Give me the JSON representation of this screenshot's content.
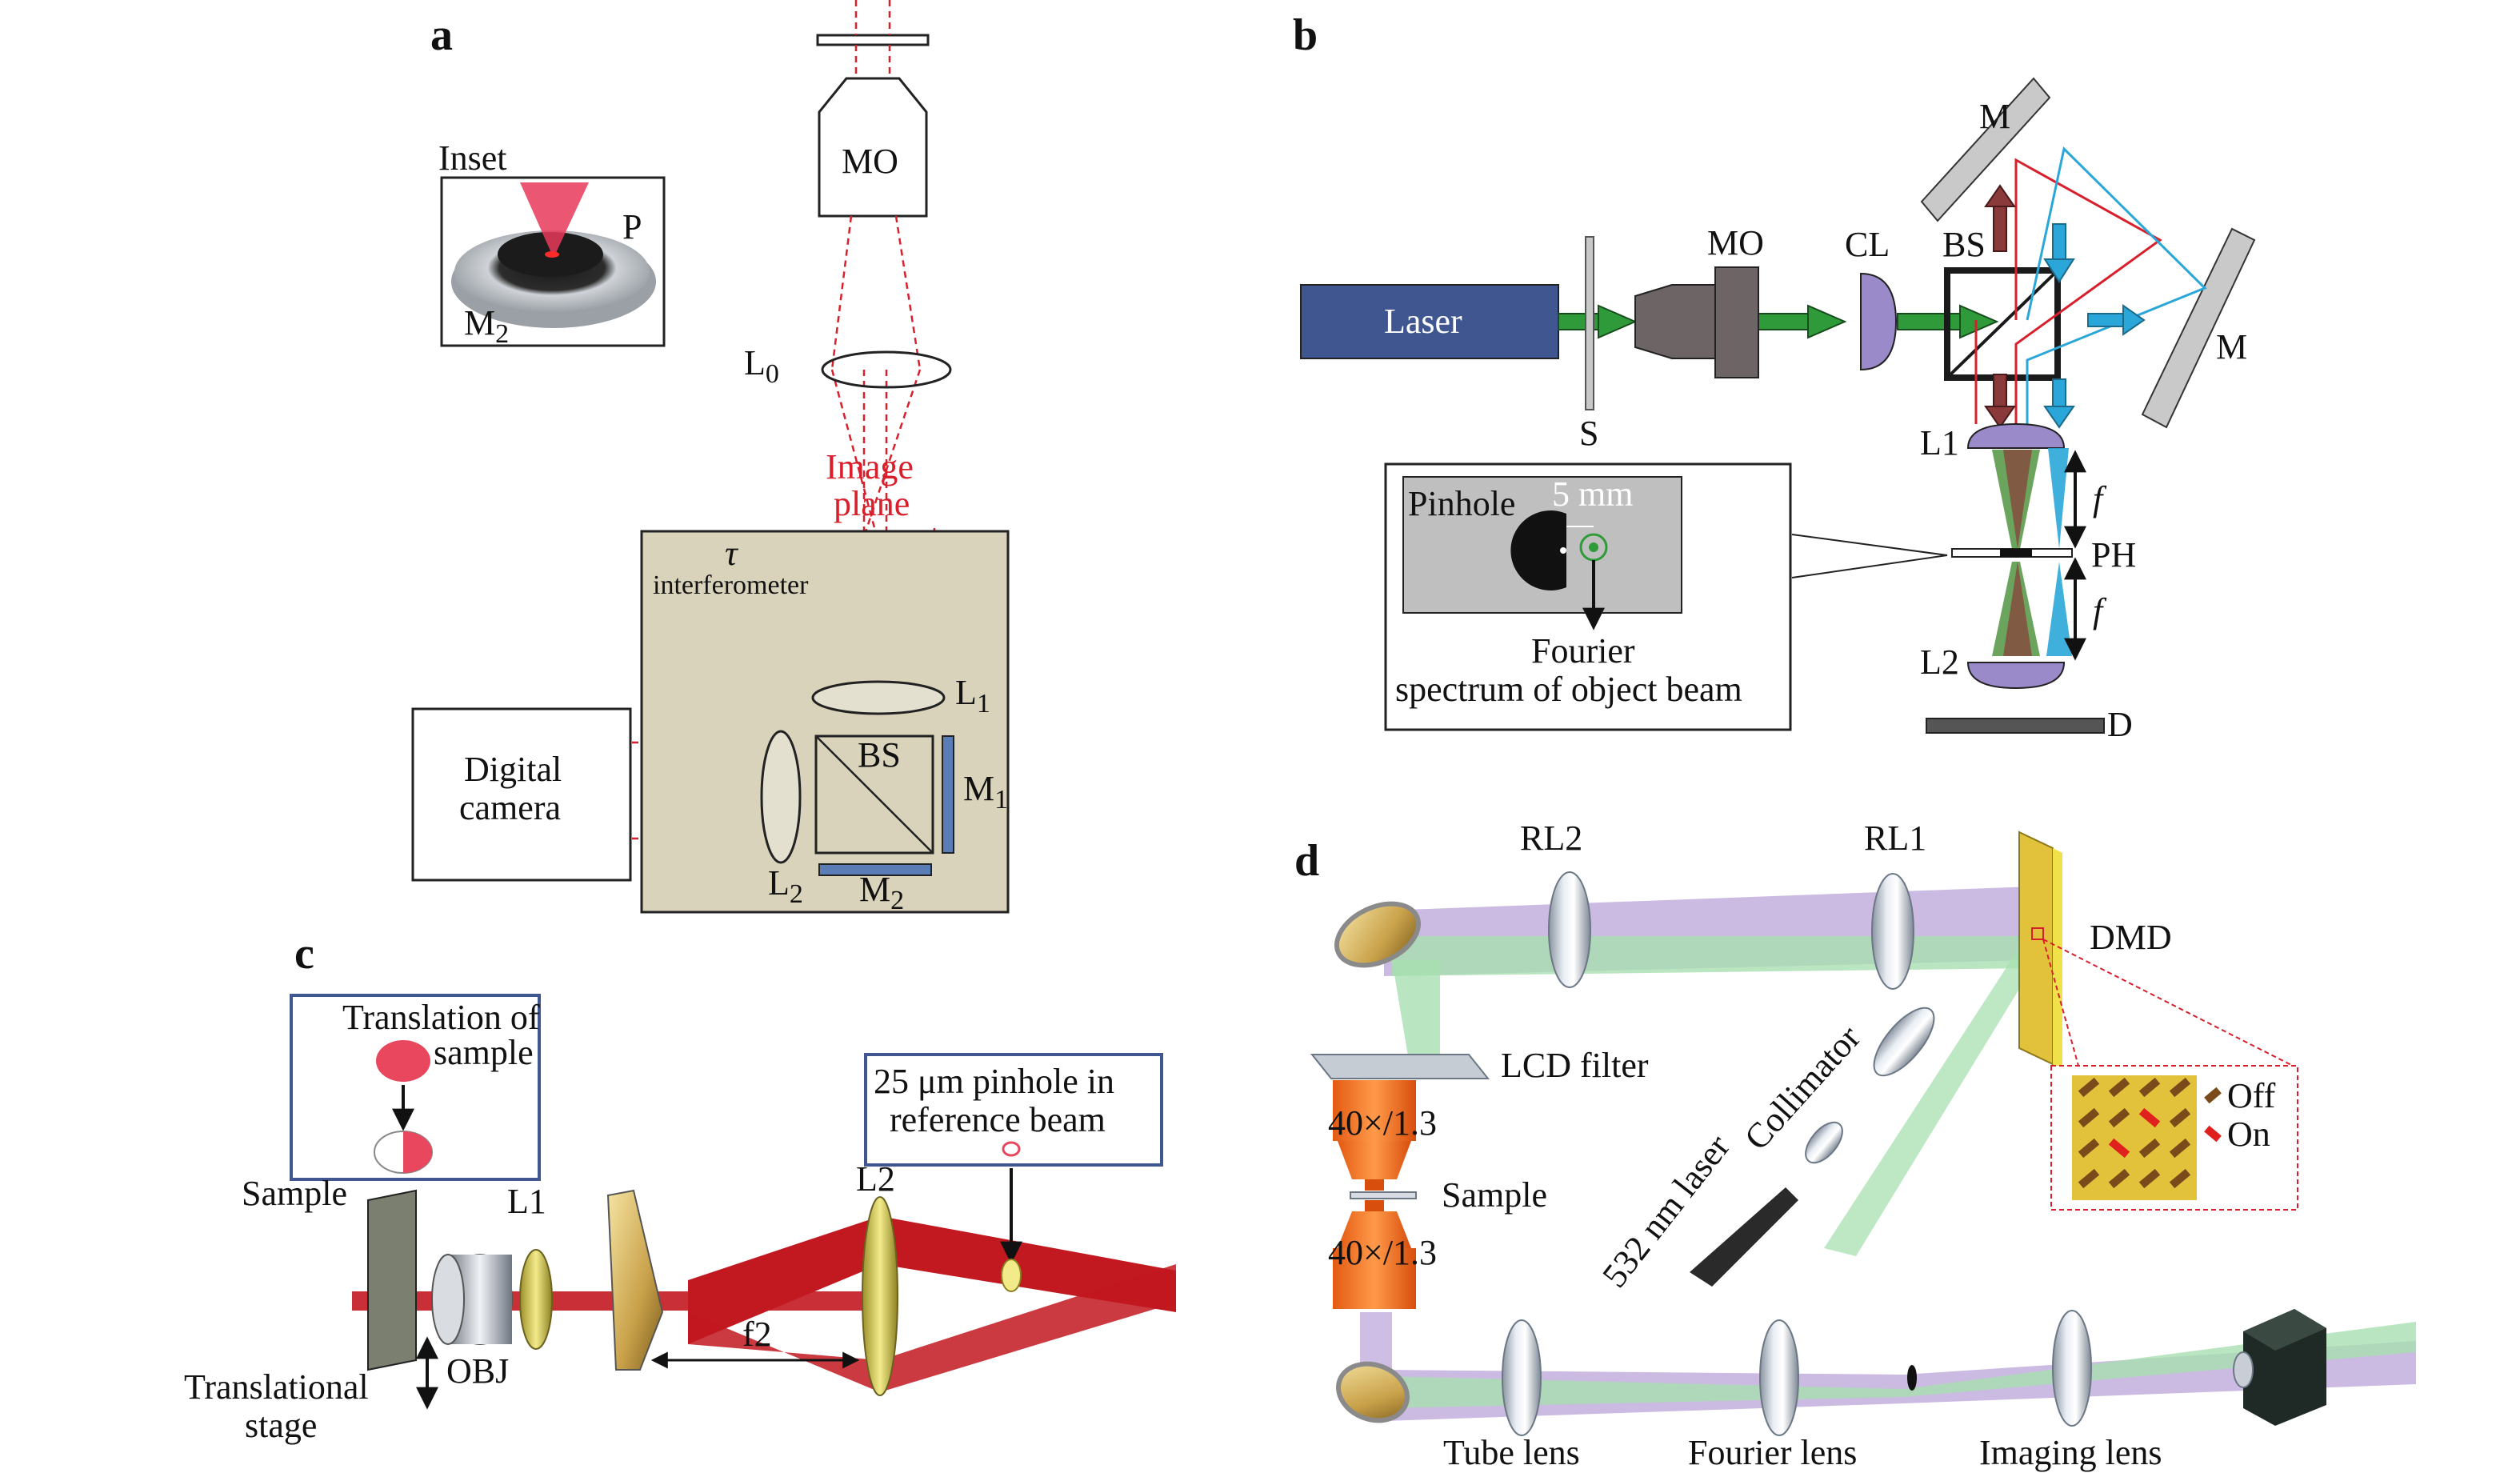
{
  "panels": {
    "a": "a",
    "b": "b",
    "c": "c",
    "d": "d"
  },
  "panel_a": {
    "inset": "Inset",
    "p": "P",
    "m2_inset": "M",
    "m2_inset_sub": "2",
    "mo": "MO",
    "l0": "L",
    "l0_sub": "0",
    "image_plane_1": "Image",
    "image_plane_2": "plane",
    "tau": "τ",
    "interferometer": "interferometer",
    "l1": "L",
    "l1_sub": "1",
    "bs": "BS",
    "m1": "M",
    "m1_sub": "1",
    "l2": "L",
    "l2_sub": "2",
    "m2": "M",
    "m2_sub": "2",
    "camera_1": "Digital",
    "camera_2": "camera"
  },
  "panel_b": {
    "laser": "Laser",
    "s": "S",
    "mo": "MO",
    "cl": "CL",
    "bs": "BS",
    "m_top": "M",
    "m_right": "M",
    "l1": "L1",
    "f1": "f",
    "ph": "PH",
    "f2": "f",
    "l2": "L2",
    "d": "D",
    "pinhole": "Pinhole",
    "mm": "5 mm",
    "fourier_1": "Fourier",
    "fourier_2": "spectrum of object beam"
  },
  "panel_c": {
    "translation_1": "Translation of",
    "translation_2": "sample",
    "sample": "Sample",
    "l1": "L1",
    "l2": "L2",
    "pinhole_1": "25 μm pinhole in",
    "pinhole_2": "reference beam",
    "f2": "f2",
    "obj": "OBJ",
    "stage_1": "Translational",
    "stage_2": "stage"
  },
  "panel_d": {
    "rl2": "RL2",
    "rl1": "RL1",
    "dmd": "DMD",
    "lcd": "LCD filter",
    "obj_top": "40×/1.3",
    "sample": "Sample",
    "obj_bottom": "40×/1.3",
    "collimator": "Collimator",
    "laser": "532 nm laser",
    "off": "Off",
    "on": "On",
    "tube": "Tube lens",
    "fourier": "Fourier lens",
    "imaging": "Imaging lens"
  }
}
